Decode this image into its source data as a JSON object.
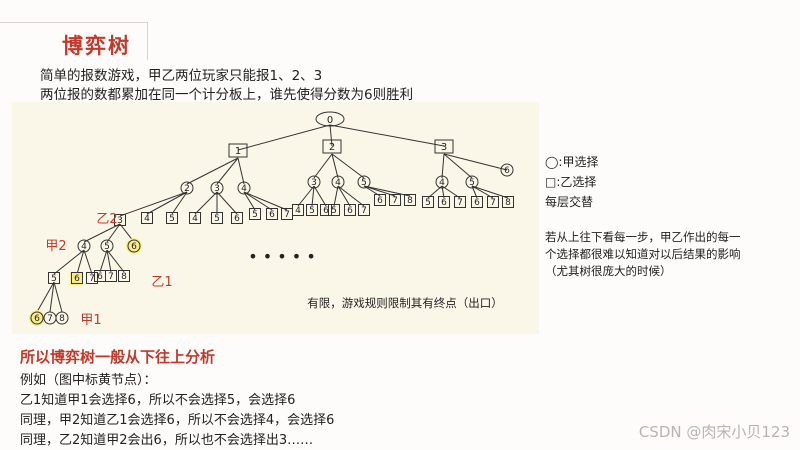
{
  "header": {
    "title": "博弈树"
  },
  "intro": [
    "简单的报数游戏，甲乙两位玩家只能报1、2、3",
    "两位报的数都累加在同一个计分板上，谁先使得分数为6则胜利"
  ],
  "tree": {
    "root": "0",
    "level1": [
      "1",
      "2",
      "3"
    ],
    "n1_children": [
      "2",
      "3",
      "4"
    ],
    "n2_children": [
      "3",
      "4",
      "5"
    ],
    "n3_children": [
      "4",
      "5",
      "6"
    ],
    "leaves_a": [
      "3",
      "4",
      "5",
      "4",
      "5",
      "6",
      "5",
      "6",
      "7"
    ],
    "leaves_b": [
      "4",
      "5",
      "6",
      "5",
      "6",
      "7",
      "6",
      "7",
      "8"
    ],
    "leaves_c": [
      "5",
      "6",
      "7",
      "6",
      "7",
      "8"
    ],
    "path_b": [
      "4",
      "5",
      "6"
    ],
    "path_c": [
      "5",
      "6",
      "7"
    ],
    "path_c2": [
      "6",
      "7",
      "8"
    ],
    "bottom_leaf": "5",
    "bottom_children": [
      "6",
      "7",
      "8"
    ],
    "label_yi2": "乙2",
    "label_jia2": "甲2",
    "label_yi1": "乙1",
    "label_jia1": "甲1",
    "dots": "• • • • •",
    "finite_note": "有限，游戏规则限制其有终点（出口）"
  },
  "legend": {
    "circle": "◯:甲选择",
    "square": "□:乙选择",
    "alternate": "每层交替"
  },
  "note": [
    "若从上往下看每一步，甲乙作出的每一",
    "个选择都很难以知道对以后结果的影响",
    "（尤其树很庞大的时候）"
  ],
  "conclusion": "所以博弈树一般从下往上分析",
  "examples": [
    "例如（图中标黄节点）：",
    "乙1知道甲1会选择6，所以不会选择5，会选择6",
    "同理，甲2知道乙1会选择6，所以不会选择4，会选择6",
    "同理，乙2知道甲2会出6，所以也不会选择出3……"
  ],
  "watermark": "CSDN @肉宋小贝123",
  "colors": {
    "accent_red": "#c0392b",
    "highlight_yellow": "#f7ec8a",
    "panel_bg": "#fbf7e8"
  }
}
